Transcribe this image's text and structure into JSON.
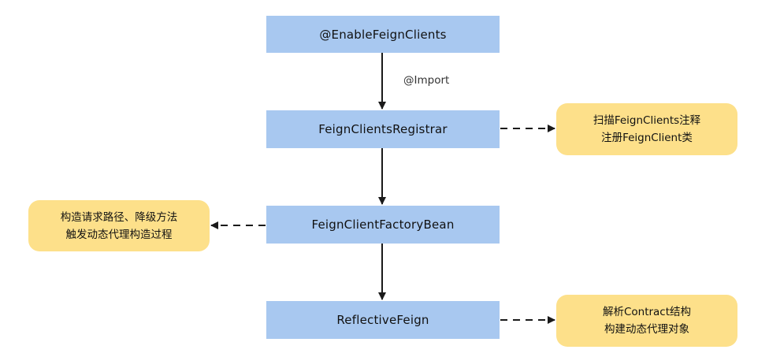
{
  "nodes": {
    "enable": "@EnableFeignClients",
    "registrar": "FeignClientsRegistrar",
    "factory": "FeignClientFactoryBean",
    "reflective": "ReflectiveFeign"
  },
  "edge_labels": {
    "import": "@Import"
  },
  "notes": {
    "registrar": {
      "line1": "扫描FeignClients注释",
      "line2": "注册FeignClient类"
    },
    "factory": {
      "line1": "构造请求路径、降级方法",
      "line2": "触发动态代理构造过程"
    },
    "reflective": {
      "line1": "解析Contract结构",
      "line2": "构建动态代理对象"
    }
  },
  "colors": {
    "node_fill": "#a8c8f0",
    "note_fill": "#fde08a",
    "connector": "#1a1a1a"
  }
}
